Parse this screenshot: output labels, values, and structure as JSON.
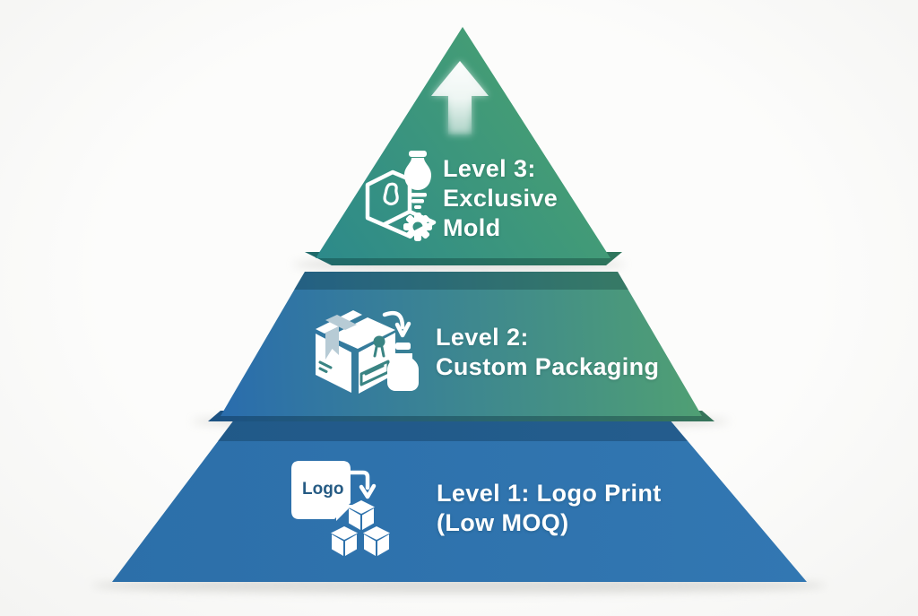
{
  "diagram": {
    "type": "pyramid",
    "direction_arrow": "up",
    "levels": [
      {
        "level": "3",
        "line1": "Level 3:",
        "line2": "Exclusive",
        "line3": "Mold",
        "icon": "mold-icon",
        "color_left": "#2d8a8a",
        "color_right": "#4aa170"
      },
      {
        "level": "2",
        "line1": "Level 2:",
        "line2": "Custom Packaging",
        "icon": "custom-packaging-icon",
        "color_left": "#2a6dad",
        "color_right": "#50a073"
      },
      {
        "level": "1",
        "line1": "Level 1: Logo Print",
        "line2": "(Low MOQ)",
        "icon": "logo-print-icon",
        "color_left": "#2c6fa9",
        "color_right": "#3277b2"
      }
    ],
    "logo_badge_text": "Logo",
    "ribbon_color": "#b7cbd5",
    "detail_teal": "#3a8483",
    "logo_text_color": "#265b84",
    "text_color": "#ffffff",
    "background_color": "#f8f8f6"
  }
}
